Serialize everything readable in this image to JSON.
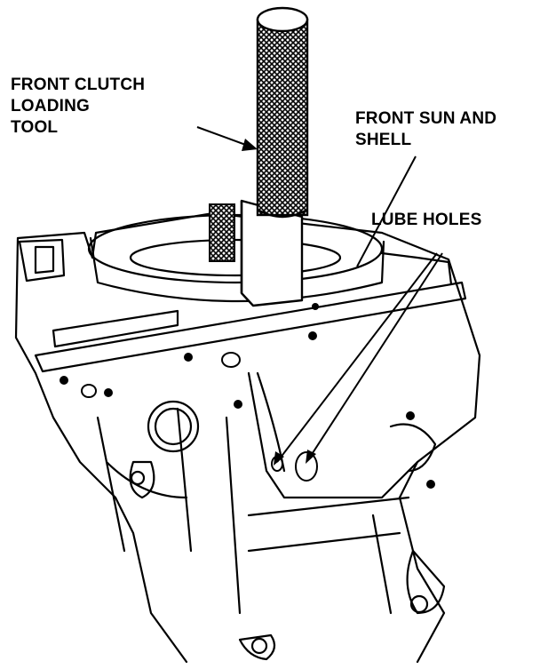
{
  "labels": {
    "front_clutch_loading_tool": [
      "FRONT CLUTCH",
      "LOADING",
      "TOOL"
    ],
    "front_sun_and_shell": [
      "FRONT SUN AND",
      "SHELL"
    ],
    "lube_holes": [
      "LUBE HOLES"
    ]
  },
  "colors": {
    "ink": "#000000",
    "paper": "#ffffff"
  }
}
